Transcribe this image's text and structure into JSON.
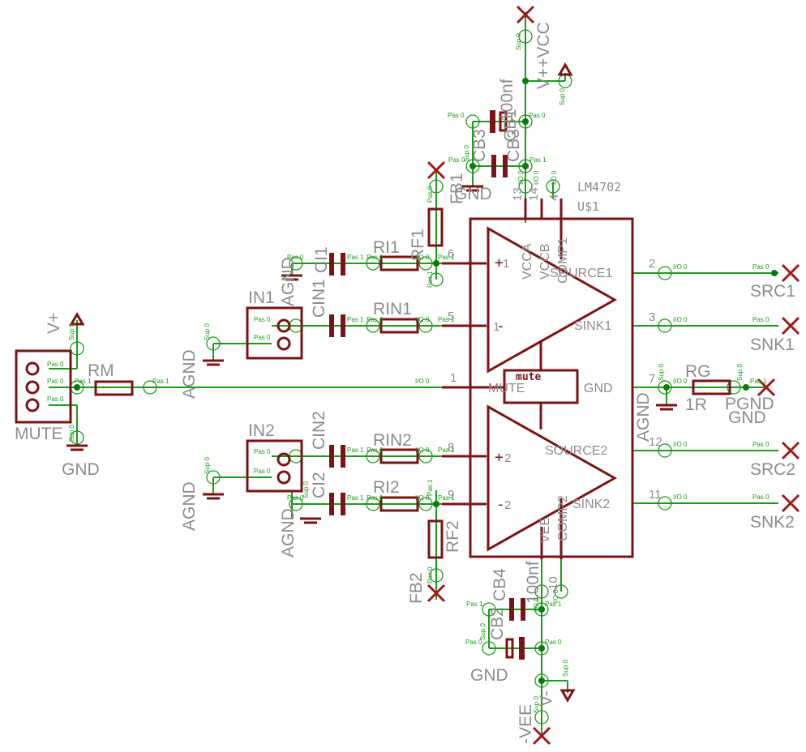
{
  "chip": {
    "part": "LM4702",
    "ref": "U$1",
    "mute_label": "mute"
  },
  "pins": {
    "in_plus1": "+",
    "in_minus1": "-",
    "in_plus2": "+",
    "in_minus2": "-",
    "source1": "SOURCE1",
    "sink1": "SINK1",
    "mute": "MUTE",
    "gnd": "GND",
    "source2": "SOURCE2",
    "sink2": "SINK2",
    "vcca": "VCCA",
    "vccb": "VCCB",
    "comp1": "COMP1",
    "vee": "VEE",
    "comp2": "COMP2"
  },
  "pin_numbers": {
    "p13": "13",
    "p14": "14",
    "p4": "4",
    "p6": "6",
    "p5": "5",
    "p1": "1",
    "p8": "8",
    "p9": "9",
    "p10": "10",
    "p2": "2",
    "p3": "3",
    "p7": "7",
    "p12": "12",
    "p11": "11"
  },
  "components": {
    "rm": "RM",
    "ri1": "RI1",
    "rin1": "RIN1",
    "rin2": "RIN2",
    "ri2": "RI2",
    "rf1": "RF1",
    "rf2": "RF2",
    "rg": "RG",
    "rg_value": "1R",
    "ci1": "CI1",
    "cin1": "CIN1",
    "cin2": "CIN2",
    "ci2": "CI2",
    "cb1": "CB1",
    "cb3": "CB3",
    "cb1_value": "100nf",
    "cb3_value": "CB3",
    "cb2": "CB2",
    "cb4": "CB4",
    "cb4_value": "100nf",
    "fb1": "FB1",
    "fb2": "FB2",
    "in1": "IN1",
    "in2": "IN2",
    "mute": "MUTE"
  },
  "nets": {
    "vplus": "V+",
    "vpvcc": "V++VCC",
    "vee_neg": "-VEE",
    "v_neg": "V-",
    "gnd": "GND",
    "agnd": "AGND",
    "pgnd": "PGND",
    "src1": "SRC1",
    "snk1": "SNK1",
    "src2": "SRC2",
    "snk2": "SNK2"
  },
  "pin_attrs": {
    "pas0": "Pas 0",
    "pas1": "Pas 1",
    "sup0": "Sup 0",
    "io0": "I/O 0"
  }
}
